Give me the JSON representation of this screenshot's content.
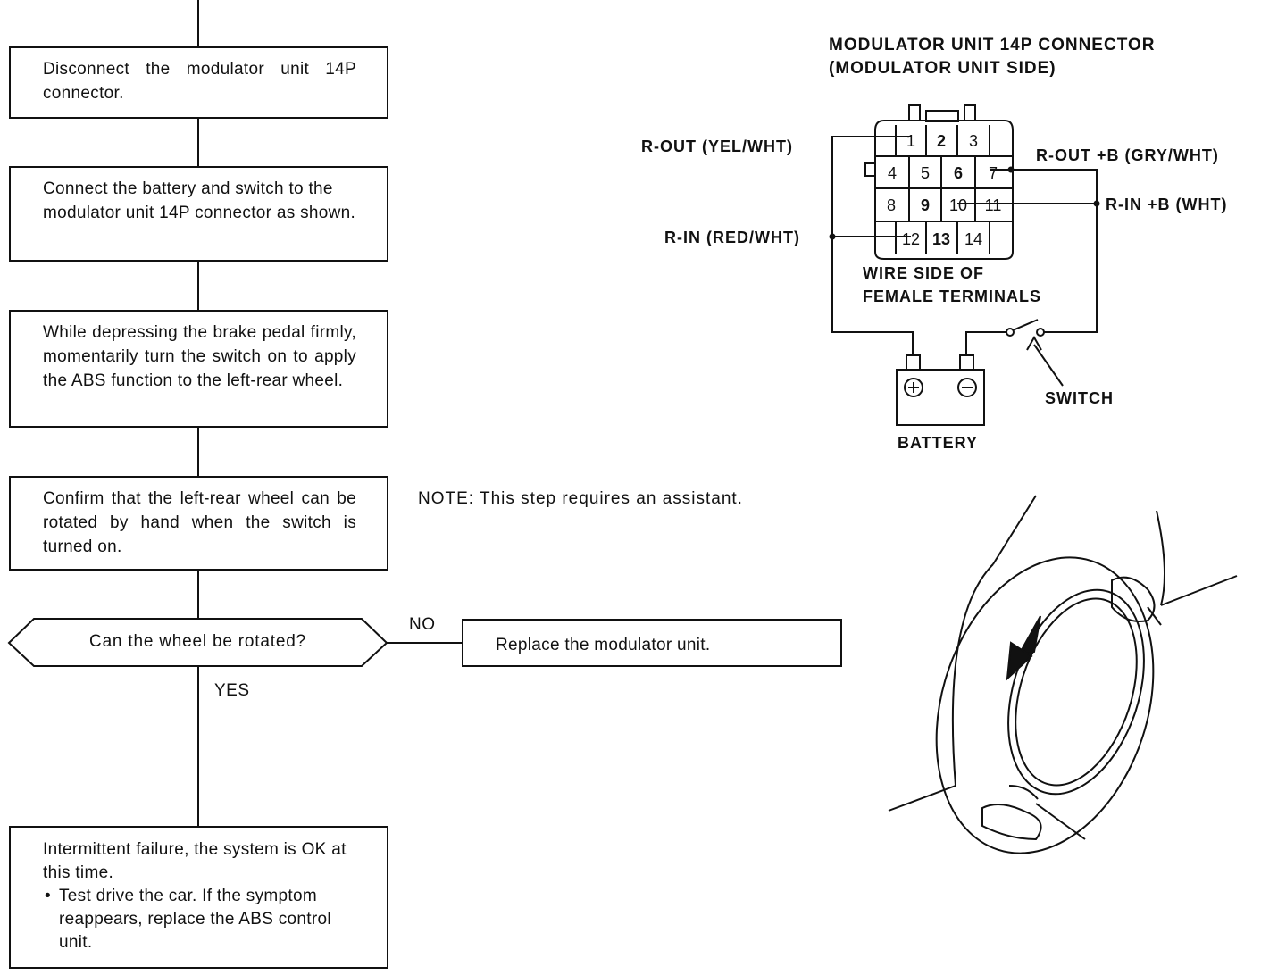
{
  "flow": {
    "step1": "Disconnect the modulator unit 14P connector.",
    "step2": "Connect the battery and switch to the modulator unit 14P connector as shown.",
    "step3": "While depressing the brake pedal firmly, momentarily turn the switch on to apply the ABS function to the left-rear wheel.",
    "step4": "Confirm that the left-rear wheel can be rotated by hand when the switch is turned on.",
    "decision": "Can the wheel be rotated?",
    "no_label": "NO",
    "no_action": "Replace the modulator unit.",
    "yes_label": "YES",
    "result_line1": "Intermittent failure, the system is OK at this time.",
    "result_bullet": "Test drive the car. If the symptom reappears, replace the ABS control unit."
  },
  "note": "NOTE: This step requires an assistant.",
  "connector": {
    "title_line1": "MODULATOR UNIT 14P CONNECTOR",
    "title_line2": "(MODULATOR UNIT SIDE)",
    "wire_side_line1": "WIRE SIDE OF",
    "wire_side_line2": "FEMALE TERMINALS",
    "pins": [
      "1",
      "2",
      "3",
      "4",
      "5",
      "6",
      "7",
      "8",
      "9",
      "10",
      "11",
      "12",
      "13",
      "14"
    ],
    "labels": {
      "r_out_yel": "R-OUT (YEL/WHT)",
      "r_in_red": "R-IN (RED/WHT)",
      "r_out_b": "R-OUT +B (GRY/WHT)",
      "r_in_b": "R-IN +B (WHT)",
      "switch": "SWITCH",
      "battery": "BATTERY"
    }
  },
  "icons": [
    "battery-icon",
    "switch-icon",
    "wheel-illustration"
  ]
}
